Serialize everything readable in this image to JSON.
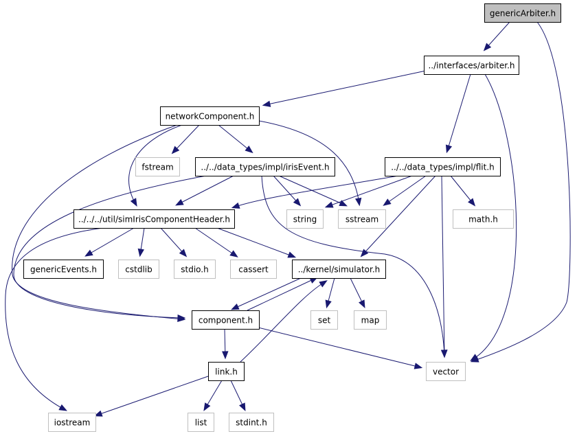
{
  "nodes": {
    "genericArbiter": {
      "label": "genericArbiter.h",
      "style": "root"
    },
    "arbiter": {
      "label": "../interfaces/arbiter.h",
      "style": "documented"
    },
    "networkComponent": {
      "label": "networkComponent.h",
      "style": "documented"
    },
    "fstream": {
      "label": "fstream",
      "style": "external"
    },
    "irisEvent": {
      "label": "../../data_types/impl/irisEvent.h",
      "style": "documented"
    },
    "flit": {
      "label": "../../data_types/impl/flit.h",
      "style": "documented"
    },
    "simIris": {
      "label": "../../../util/simIrisComponentHeader.h",
      "style": "documented"
    },
    "string": {
      "label": "string",
      "style": "external"
    },
    "sstream": {
      "label": "sstream",
      "style": "external"
    },
    "math": {
      "label": "math.h",
      "style": "external"
    },
    "genericEvents": {
      "label": "genericEvents.h",
      "style": "documented"
    },
    "cstdlib": {
      "label": "cstdlib",
      "style": "external"
    },
    "stdio": {
      "label": "stdio.h",
      "style": "external"
    },
    "cassert": {
      "label": "cassert",
      "style": "external"
    },
    "simulator": {
      "label": "../kernel/simulator.h",
      "style": "documented"
    },
    "component": {
      "label": "component.h",
      "style": "documented"
    },
    "set": {
      "label": "set",
      "style": "external"
    },
    "map": {
      "label": "map",
      "style": "external"
    },
    "vector": {
      "label": "vector",
      "style": "external"
    },
    "link": {
      "label": "link.h",
      "style": "documented"
    },
    "iostream": {
      "label": "iostream",
      "style": "external"
    },
    "list": {
      "label": "list",
      "style": "external"
    },
    "stdint": {
      "label": "stdint.h",
      "style": "external"
    }
  },
  "edges": [
    [
      "genericArbiter",
      "arbiter"
    ],
    [
      "genericArbiter",
      "vector"
    ],
    [
      "arbiter",
      "networkComponent"
    ],
    [
      "arbiter",
      "flit"
    ],
    [
      "arbiter",
      "vector"
    ],
    [
      "networkComponent",
      "fstream"
    ],
    [
      "networkComponent",
      "irisEvent"
    ],
    [
      "networkComponent",
      "simIris"
    ],
    [
      "networkComponent",
      "sstream"
    ],
    [
      "networkComponent",
      "component"
    ],
    [
      "irisEvent",
      "simIris"
    ],
    [
      "irisEvent",
      "string"
    ],
    [
      "irisEvent",
      "sstream"
    ],
    [
      "irisEvent",
      "vector"
    ],
    [
      "irisEvent",
      "component"
    ],
    [
      "flit",
      "simIris"
    ],
    [
      "flit",
      "string"
    ],
    [
      "flit",
      "sstream"
    ],
    [
      "flit",
      "math"
    ],
    [
      "flit",
      "simulator"
    ],
    [
      "flit",
      "vector"
    ],
    [
      "simIris",
      "genericEvents"
    ],
    [
      "simIris",
      "cstdlib"
    ],
    [
      "simIris",
      "stdio"
    ],
    [
      "simIris",
      "cassert"
    ],
    [
      "simIris",
      "simulator"
    ],
    [
      "simIris",
      "iostream"
    ],
    [
      "simulator",
      "component"
    ],
    [
      "simulator",
      "set"
    ],
    [
      "simulator",
      "map"
    ],
    [
      "component",
      "simulator"
    ],
    [
      "component",
      "link"
    ],
    [
      "component",
      "vector"
    ],
    [
      "link",
      "simulator"
    ],
    [
      "link",
      "iostream"
    ],
    [
      "link",
      "list"
    ],
    [
      "link",
      "stdint"
    ]
  ],
  "colors": {
    "edge": "#191970",
    "root_fill": "#bfbfbf",
    "root_border": "#000000",
    "documented_fill": "#ffffff",
    "documented_border": "#000000",
    "external_fill": "#ffffff",
    "external_border": "#bfbfbf",
    "background": "#ffffff"
  }
}
